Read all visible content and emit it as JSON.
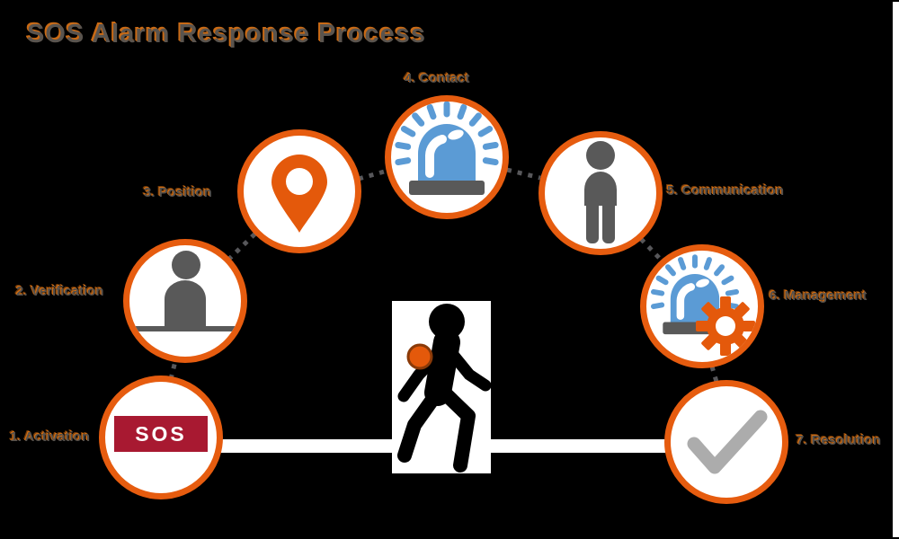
{
  "title": "SOS Alarm Response Process",
  "steps": [
    {
      "label": "1. Activation",
      "icon": "sos-logo-icon"
    },
    {
      "label": "2. Verification",
      "icon": "operator-desk-icon"
    },
    {
      "label": "3. Position",
      "icon": "location-pin-icon"
    },
    {
      "label": "4. Contact",
      "icon": "alarm-beacon-icon"
    },
    {
      "label": "5. Communication",
      "icon": "person-icon"
    },
    {
      "label": "6. Management",
      "icon": "alarm-beacon-gear-icon"
    },
    {
      "label": "7. Resolution",
      "icon": "checkmark-icon"
    }
  ],
  "sos_logo_text": "SOS",
  "center_figure": {
    "icon": "walking-person-with-sos-button-icon"
  },
  "colors": {
    "background": "#000000",
    "ring_orange": "#E65C0F",
    "accent_orange": "#E4590B",
    "sos_crimson": "#A81931",
    "beacon_blue": "#5B9BD5",
    "icon_gray": "#595959",
    "check_gray": "#ACACAC",
    "dot_gray": "#57575A",
    "title_gray": "#5A544E",
    "title_shadow_orange": "#C96A15",
    "white": "#FFFFFF"
  }
}
